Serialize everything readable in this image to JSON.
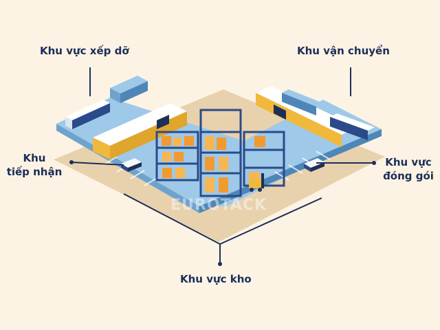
{
  "labels": {
    "loading_area": "Khu vực xếp dỡ",
    "transport_area": "Khu vận chuyển",
    "receiving_line1": "Khu",
    "receiving_line2": "tiếp nhận",
    "packing_line1": "Khu vực",
    "packing_line2": "đóng gói",
    "storage_area": "Khu vực kho"
  },
  "watermark": "EUROTACK",
  "colors": {
    "background": "#fcf3e4",
    "ground": "#e8d2ad",
    "floor": "#9ec9e8",
    "wall": "#f0b93c",
    "rack": "#2b4a8a",
    "box": "#f29a2f",
    "label_text": "#1b2e57"
  }
}
